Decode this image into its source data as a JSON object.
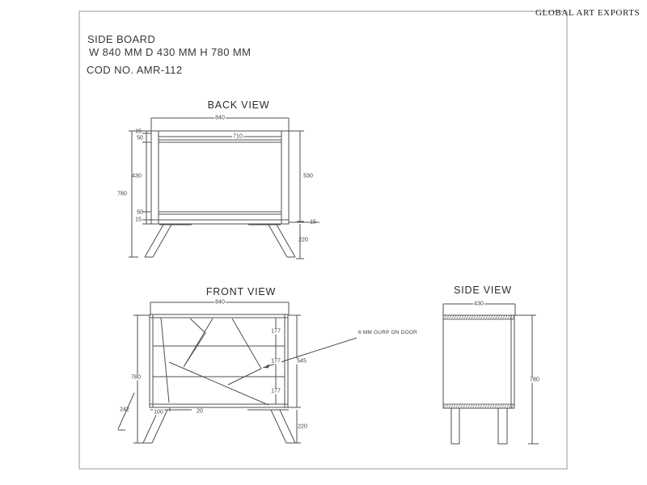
{
  "header": {
    "product": "SIDE BOARD",
    "size": "W 840 MM D 430 MM H 780 MM",
    "code": "COD NO. AMR-112",
    "brand": "GLOBAL ART EXPORTS"
  },
  "back": {
    "title": "BACK VIEW",
    "d840": "840",
    "d710": "710",
    "d15_top": "15",
    "d50_top": "50",
    "d430": "430",
    "d50_bottom": "50",
    "d15_bottom": "15",
    "d780": "780",
    "d530": "530",
    "d15_right": "15",
    "d220": "220"
  },
  "front": {
    "title": "FRONT VIEW",
    "d840": "840",
    "d177_a": "177",
    "d177_b": "177",
    "d177_c": "177",
    "d545": "545",
    "d780": "780",
    "d242": "242",
    "d100": "100",
    "d20": "20",
    "d220": "220",
    "note": "6 MM GURP ON DOOR"
  },
  "side": {
    "title": "SIDE VIEW",
    "d430": "430",
    "d780": "780"
  },
  "colors": {
    "line": "#4f4f4f",
    "frame": "#c5c5c5",
    "background": "#ffffff"
  }
}
